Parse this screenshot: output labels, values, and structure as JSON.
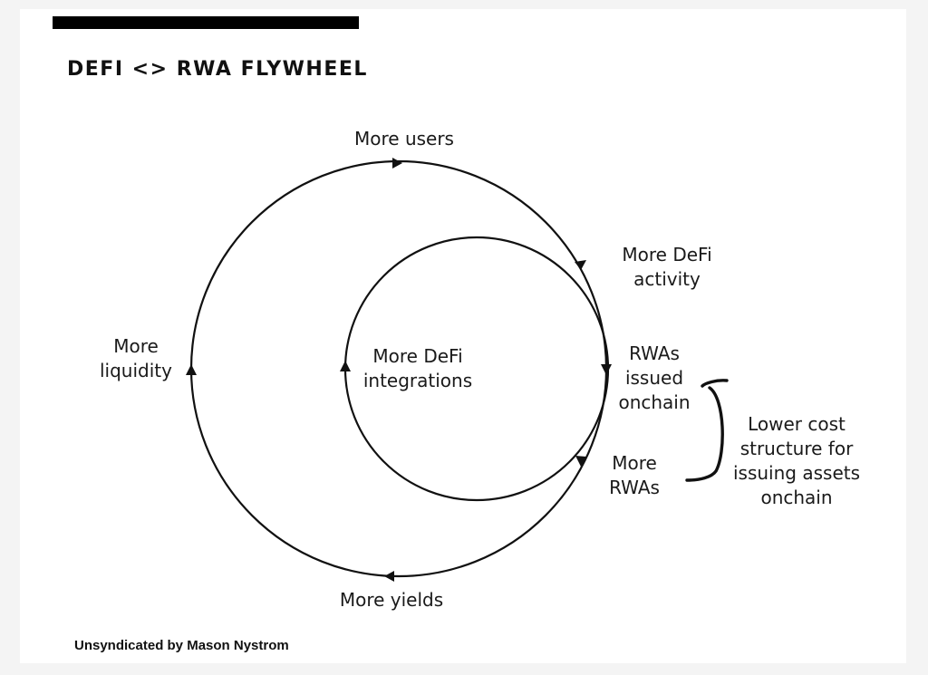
{
  "title": "DEFI <> RWA FLYWHEEL",
  "footer": "Unsyndicated by Mason Nystrom",
  "outer_loop": {
    "top": "More users",
    "right_upper": [
      "More DeFi",
      "activity"
    ],
    "right_mid": [
      "RWAs",
      "issued",
      "onchain"
    ],
    "right_lower": [
      "More",
      "RWAs"
    ],
    "bottom": "More yields",
    "left": [
      "More",
      "liquidity"
    ]
  },
  "inner_loop": {
    "center": [
      "More DeFi",
      "integrations"
    ]
  },
  "side_note": [
    "Lower cost",
    "structure for",
    "issuing assets",
    "onchain"
  ],
  "colors": {
    "stroke": "#111111",
    "text": "#1a1a1a"
  }
}
